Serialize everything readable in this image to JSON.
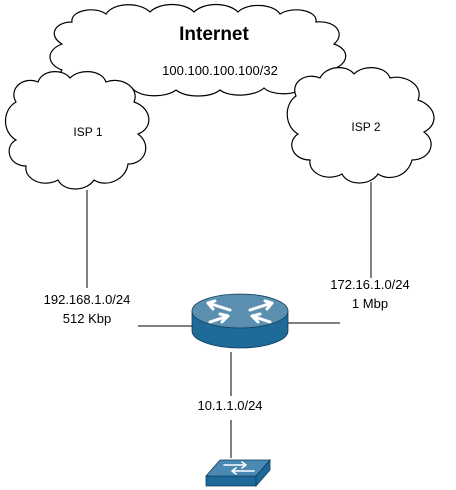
{
  "internet": {
    "title": "Internet",
    "address": "100.100.100.100/32"
  },
  "isp1": {
    "label": "ISP 1",
    "network": "192.168.1.0/24",
    "speed": "512 Kbp"
  },
  "isp2": {
    "label": "ISP 2",
    "network": "172.16.1.0/24",
    "speed": "1 Mbp"
  },
  "lan": {
    "network": "10.1.1.0/24"
  },
  "colors": {
    "router_top": "#5b8fb0",
    "router_side": "#1e6a99",
    "switch_top": "#4a89b3",
    "switch_side": "#1d6a9a",
    "icon_arrows": "#ffffff"
  },
  "icons": {
    "router": "router-icon",
    "switch": "switch-icon"
  }
}
